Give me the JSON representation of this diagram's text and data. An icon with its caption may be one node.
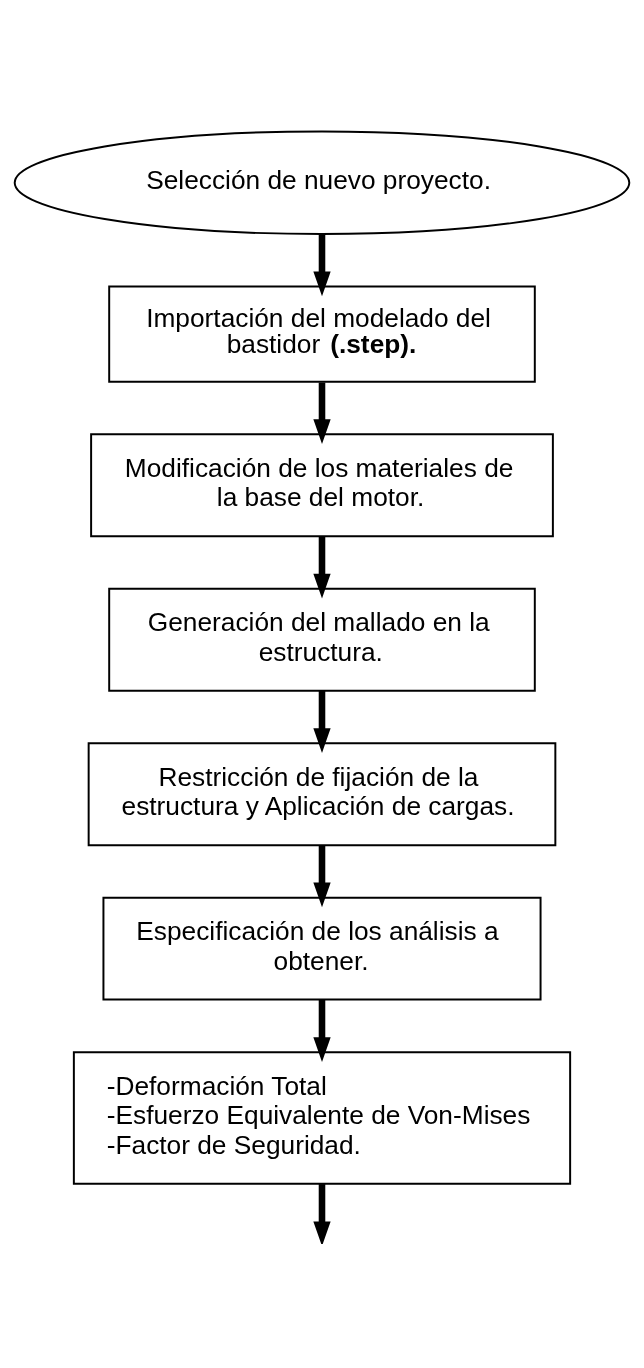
{
  "diagram": {
    "nodes": [
      {
        "text": [
          "Selección de nuevo proyecto."
        ]
      },
      {
        "text": [
          "Importación del modelado del bastidor **(.step).**"
        ]
      },
      {
        "text": [
          "Modificación de los materiales de la base del motor."
        ]
      },
      {
        "text": [
          "Generación del mallado en la estructura."
        ]
      },
      {
        "text": [
          "Restricción de fijación de la estructura y Aplicación de cargas."
        ]
      },
      {
        "text": [
          "Especificación de los análisis a obtener."
        ]
      },
      {
        "text": [
          "-Deformación Total",
          "-Esfuerzo Equivalente de Von-Mises",
          "-Factor de Seguridad."
        ]
      }
    ],
    "edges": [
      {
        "from": 0,
        "to": 1,
        "arrow": "to"
      },
      {
        "from": 1,
        "to": 2,
        "arrow": "to"
      },
      {
        "from": 2,
        "to": 3,
        "arrow": "to"
      },
      {
        "from": 3,
        "to": 4,
        "arrow": "to"
      },
      {
        "from": 4,
        "to": 5,
        "arrow": "to"
      },
      {
        "from": 5,
        "to": 6,
        "arrow": "to"
      },
      {
        "from": 6,
        "to": null,
        "arrow": "to"
      }
    ]
  }
}
